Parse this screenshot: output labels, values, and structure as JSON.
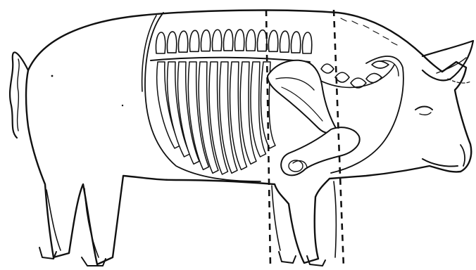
{
  "figure": {
    "subject": "pig-skeleton-cut-diagram",
    "ink_color": "#111111",
    "paper_color": "#ffffff",
    "rib_count": 11,
    "cut_lines": 2
  }
}
